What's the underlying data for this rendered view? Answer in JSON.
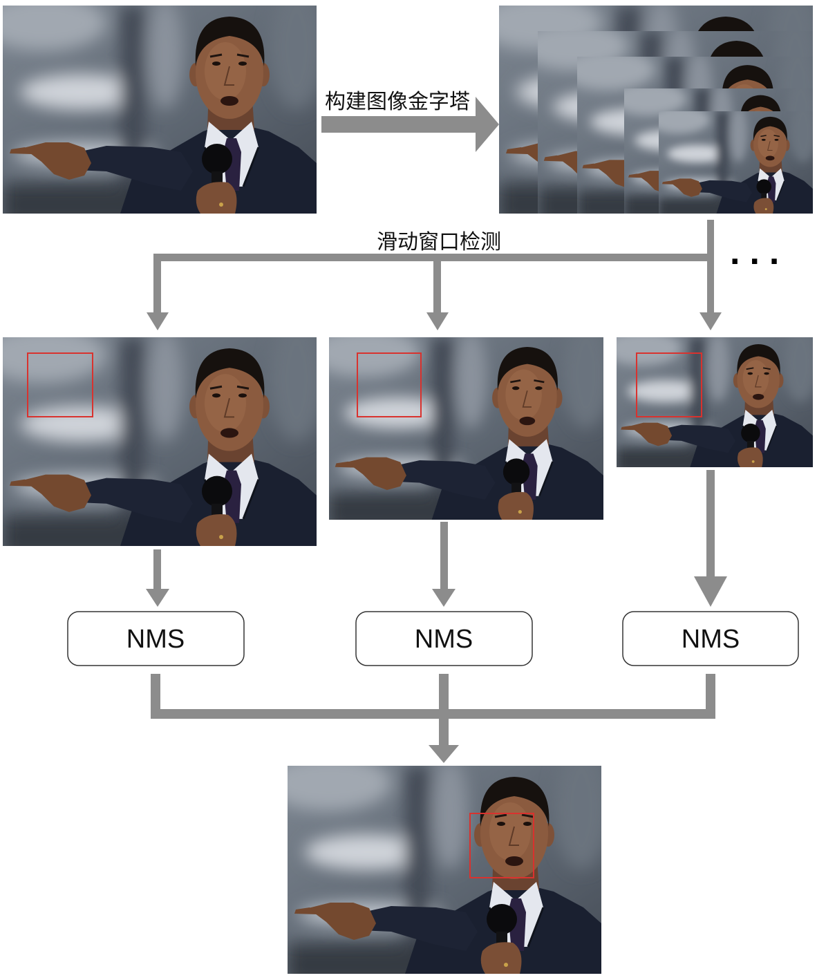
{
  "pyramid_label": "构建图像金字塔",
  "sliding_window_label": "滑动窗口检测",
  "ellipsis": "...",
  "nms": [
    "NMS",
    "NMS",
    "NMS"
  ],
  "colors": {
    "arrow": "#8c8c8c",
    "detection_box": "#d9322e",
    "nms_border": "#333333"
  }
}
